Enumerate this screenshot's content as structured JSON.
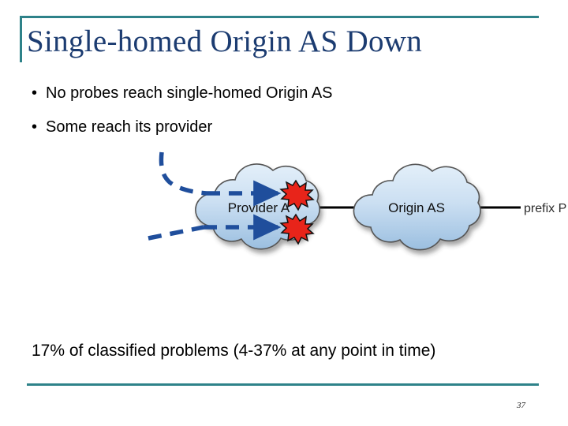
{
  "slide": {
    "title": "Single-homed Origin AS Down",
    "page_number": "37",
    "accent_color": "#2E8289",
    "title_color": "#1C3C71"
  },
  "bullets": [
    {
      "marker": "•",
      "text": "No probes reach single-homed Origin AS"
    },
    {
      "marker": "•",
      "text": "Some reach its provider"
    }
  ],
  "footer": {
    "text": "17% of classified problems (4-37% at any point in time)"
  },
  "diagram": {
    "clouds": [
      {
        "id": "provider-a",
        "label": "Provider A"
      },
      {
        "id": "origin-as",
        "label": "Origin AS"
      }
    ],
    "annotations": [
      {
        "id": "prefix-label",
        "label": "prefix P"
      }
    ],
    "probe_paths": [
      {
        "id": "probe-path-upper",
        "style": "dashed",
        "color": "#1F4E9C",
        "terminates_at": "failure-burst-upper"
      },
      {
        "id": "probe-path-lower",
        "style": "dashed",
        "color": "#1F4E9C",
        "terminates_at": "failure-burst-lower"
      }
    ],
    "failure_markers": [
      {
        "id": "failure-burst-upper",
        "color": "#E8241A"
      },
      {
        "id": "failure-burst-lower",
        "color": "#E8241A"
      }
    ],
    "links": [
      {
        "id": "link-provider-origin",
        "color": "#000000"
      },
      {
        "id": "link-origin-prefix",
        "color": "#000000"
      }
    ],
    "colors": {
      "cloud_fill_top": "#DCEAF7",
      "cloud_fill_bottom": "#9FC2E3",
      "cloud_stroke": "#5A5A5A",
      "probe_blue": "#1F4E9C",
      "burst_red": "#E8241A"
    }
  }
}
